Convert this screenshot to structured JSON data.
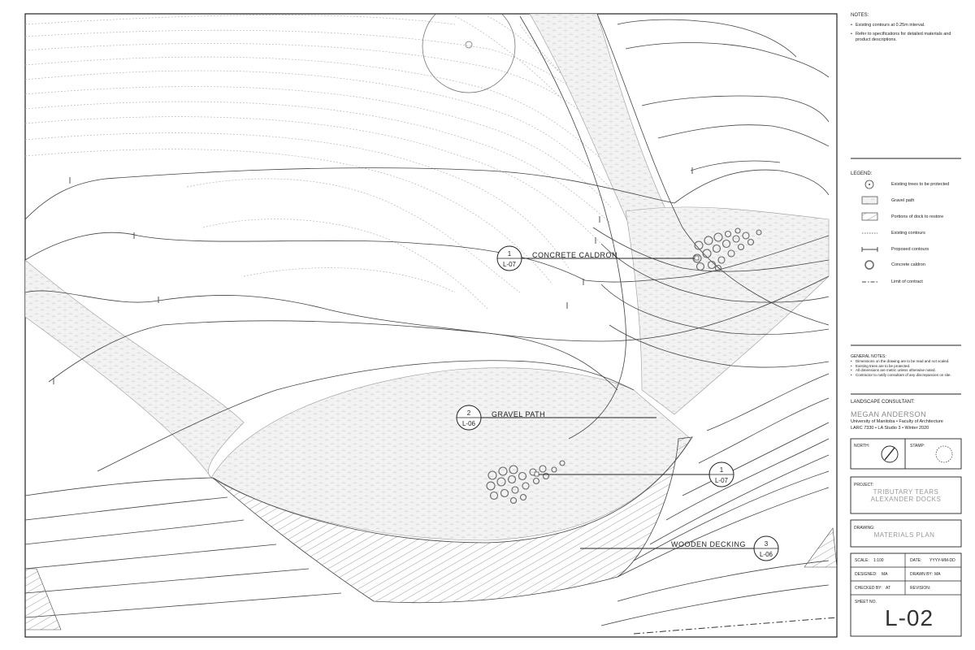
{
  "notes": {
    "title": "NOTES:",
    "items": [
      "Existing contours at 0.25m interval.",
      "Refer to specifications for detailed materials and product descriptions."
    ]
  },
  "legend": {
    "title": "LEGEND:",
    "items": [
      {
        "symbol": "tree-icon",
        "label": "Existing trees to be protected"
      },
      {
        "symbol": "gravel-swatch",
        "label": "Gravel path"
      },
      {
        "symbol": "hatch-swatch",
        "label": "Portions of dock to restore"
      },
      {
        "symbol": "dotted-line",
        "label": "Existing contours"
      },
      {
        "symbol": "tick-line",
        "label": "Proposed contours"
      },
      {
        "symbol": "circle-icon",
        "label": "Concrete caldron"
      },
      {
        "symbol": "dash-dot-line",
        "label": "Limit of contract"
      }
    ]
  },
  "general_notes": {
    "title": "GENERAL NOTES:",
    "items": [
      "Dimensions on the drawing are to be read and not scaled.",
      "Existing trees are to be protected.",
      "All dimensions are metric unless otherwise noted.",
      "Contractor to notify consultant of any discrepancies on site."
    ]
  },
  "consultant": {
    "title": "LANDSCAPE CONSULTANT:",
    "name": "MEGAN ANDERSON",
    "line1": "University of Manitoba   •   Faculty of Architecture",
    "line2": "LARC 7330   •   LA Studio 3   •   Winter 2020"
  },
  "north_label": "NORTH:",
  "stamp_label": "STAMP:",
  "project": {
    "label": "PROJECT:",
    "line1": "TRIBUTARY TEARS",
    "line2": "ALEXANDER DOCKS"
  },
  "drawing": {
    "label": "DRAWING:",
    "value": "MATERIALS PLAN"
  },
  "info": {
    "scale_label": "SCALE:",
    "scale_value": "1:100",
    "date_label": "DATE:",
    "date_value": "YYYY-MM-DD",
    "designed_label": "DESIGNED:",
    "designed_value": "MA",
    "drawn_label": "DRAWN BY:",
    "drawn_value": "MA",
    "checked_label": "CHECKED BY:",
    "checked_value": "AT",
    "revision_label": "REVISION:"
  },
  "sheet": {
    "label": "SHEET NO.",
    "number": "L-02"
  },
  "callouts": [
    {
      "num": "1",
      "ref": "L-07",
      "label": "CONCRETE CALDRON"
    },
    {
      "num": "2",
      "ref": "L-06",
      "label": "GRAVEL PATH"
    },
    {
      "num": "1",
      "ref": "L-07",
      "label": ""
    },
    {
      "num": "3",
      "ref": "L-06",
      "label": "WOODEN DECKING"
    }
  ]
}
